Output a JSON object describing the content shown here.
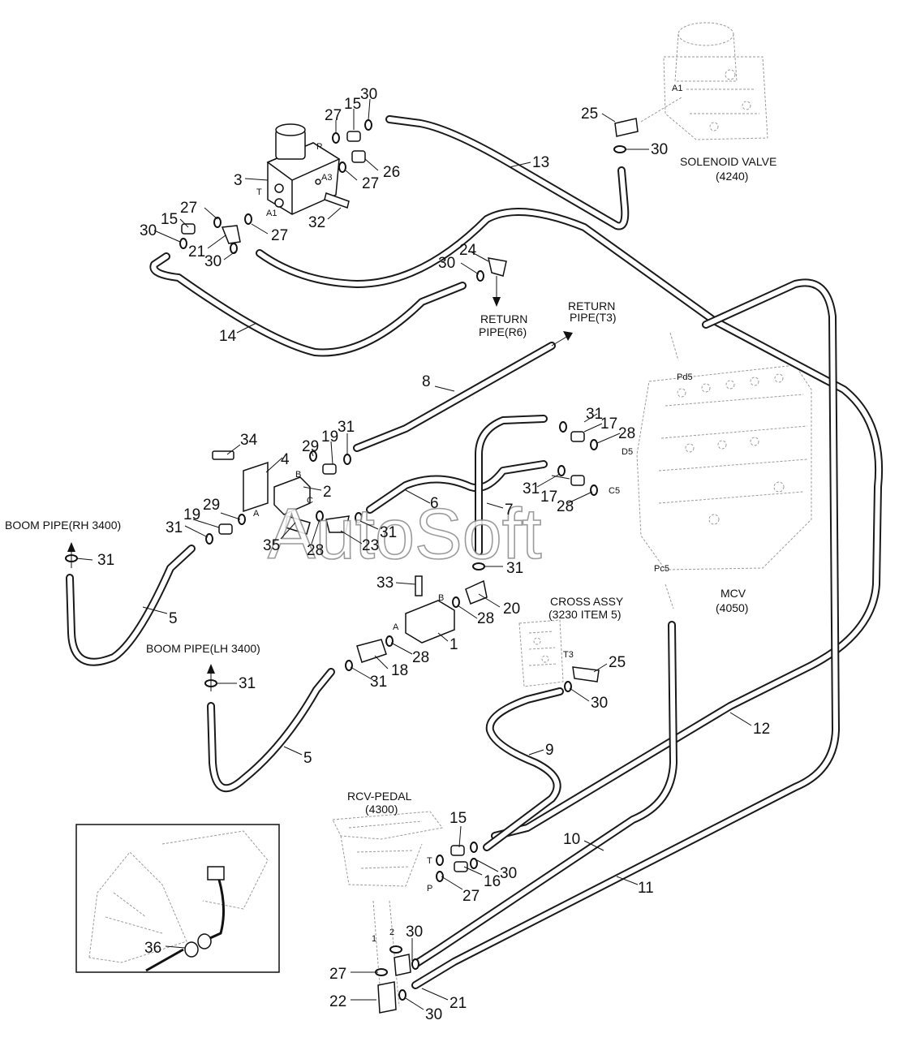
{
  "watermark": "AutoSoft",
  "components": [
    {
      "key": "solenoid_valve",
      "name": "SOLENOID VALVE",
      "code": "(4240)"
    },
    {
      "key": "mcv",
      "name": "MCV",
      "code": "(4050)"
    },
    {
      "key": "cross_assy",
      "name": "CROSS ASSY",
      "code": "(3230 ITEM 5)"
    },
    {
      "key": "rcv_pedal",
      "name": "RCV-PEDAL",
      "code": "(4300)"
    }
  ],
  "destinations": [
    {
      "key": "return_r6",
      "line1": "RETURN",
      "line2": "PIPE(R6)"
    },
    {
      "key": "return_t3",
      "line1": "RETURN",
      "line2": "PIPE(T3)"
    },
    {
      "key": "boom_rh",
      "text": "BOOM PIPE(RH 3400)"
    },
    {
      "key": "boom_lh",
      "text": "BOOM PIPE(LH 3400)"
    }
  ],
  "port_labels": [
    "A1",
    "P",
    "A3",
    "T",
    "A1",
    "Pd5",
    "D5",
    "C5",
    "Pc5",
    "B",
    "A",
    "C",
    "B",
    "A",
    "T3",
    "T",
    "P",
    "1",
    "2"
  ],
  "callouts": [
    "30",
    "27",
    "15",
    "3",
    "26",
    "27",
    "32",
    "27",
    "27",
    "15",
    "30",
    "21",
    "30",
    "13",
    "25",
    "30",
    "24",
    "30",
    "14",
    "8",
    "34",
    "29",
    "19",
    "31",
    "4",
    "2",
    "17",
    "28",
    "31",
    "31",
    "6",
    "7",
    "31",
    "17",
    "28",
    "29",
    "19",
    "31",
    "35",
    "28",
    "23",
    "31",
    "31",
    "5",
    "33",
    "20",
    "28",
    "1",
    "18",
    "31",
    "28",
    "5",
    "31",
    "25",
    "30",
    "12",
    "9",
    "15",
    "16",
    "30",
    "27",
    "10",
    "11",
    "30",
    "27",
    "22",
    "30",
    "21",
    "36"
  ]
}
